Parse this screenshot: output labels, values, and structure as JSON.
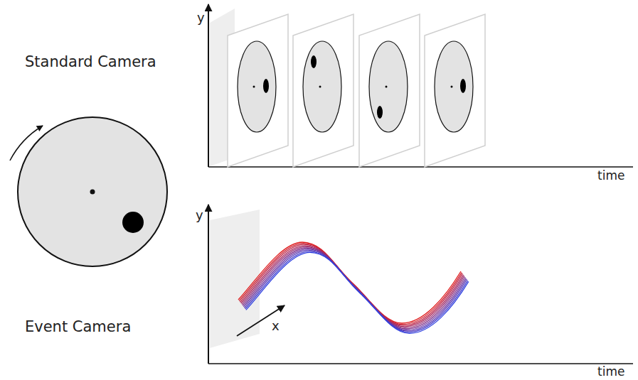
{
  "diagram": {
    "labels": [
      "Standard Camera",
      "Event Camera",
      "y",
      "time",
      "y",
      "x",
      "time"
    ]
  }
}
